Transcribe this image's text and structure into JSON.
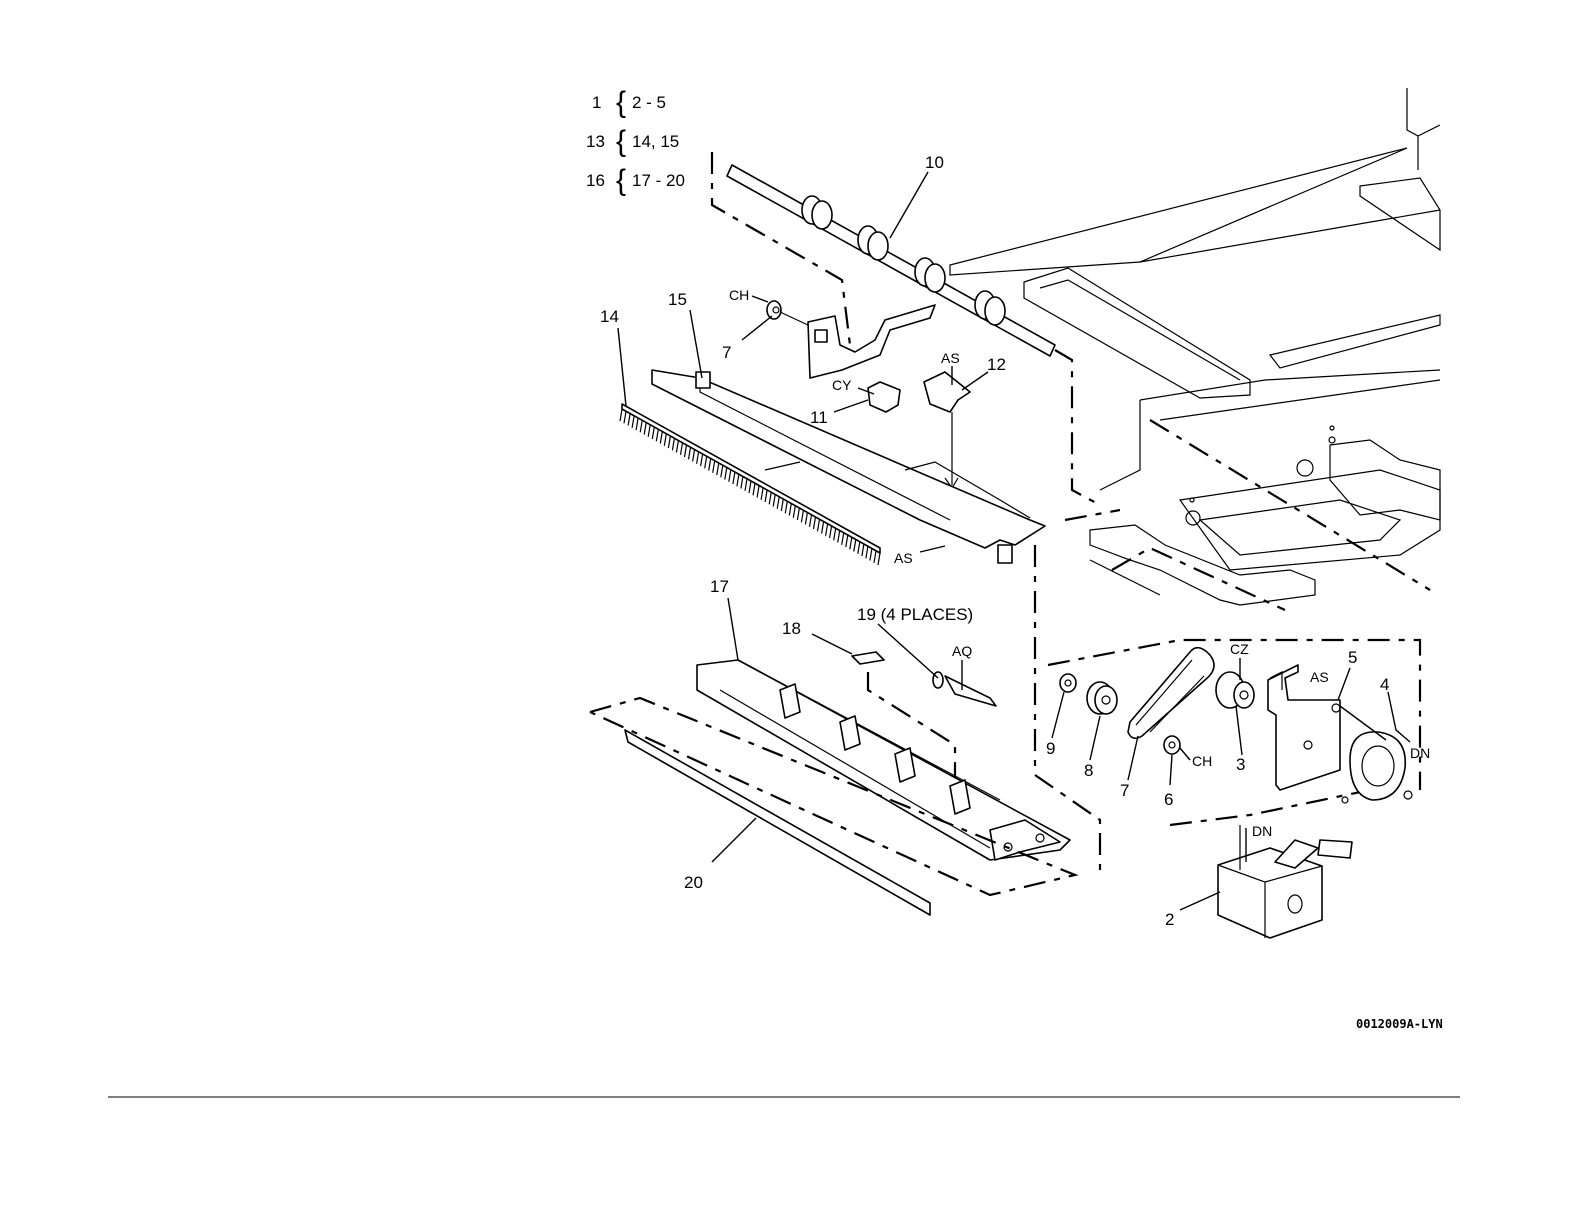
{
  "groups": [
    {
      "parent": "1",
      "children": "2 - 5"
    },
    {
      "parent": "13",
      "children": "14, 15"
    },
    {
      "parent": "16",
      "children": "17 - 20"
    }
  ],
  "callouts": {
    "c1": "10",
    "c2": "CH",
    "c3": "7",
    "c4": "15",
    "c5": "14",
    "c6": "AS",
    "c7": "12",
    "c8": "CY",
    "c9": "11",
    "c10": "AS",
    "c11": "17",
    "c12": "18",
    "c13": "19 (4 PLACES)",
    "c14": "AQ",
    "c15": "20",
    "c16": "CZ",
    "c17": "5",
    "c18": "AS",
    "c19": "4",
    "c20": "DN",
    "c21": "9",
    "c22": "8",
    "c23": "7",
    "c24": "6",
    "c25": "CH",
    "c26": "3",
    "c27": "DN",
    "c28": "2"
  },
  "figure_id": "0012009A-LYN"
}
